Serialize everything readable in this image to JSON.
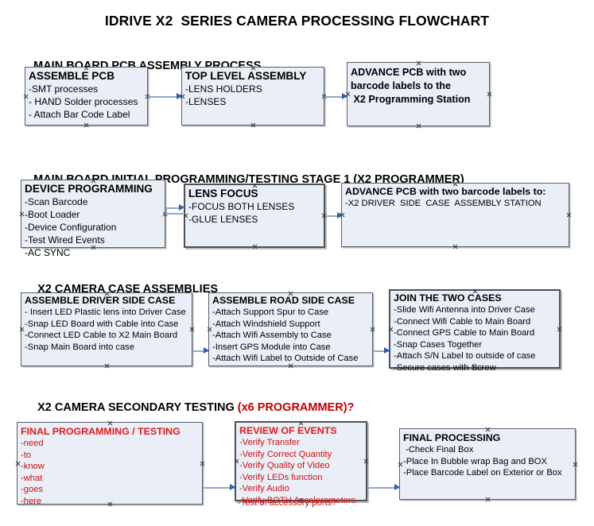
{
  "document": {
    "title": "IDRIVE X2  SERIES CAMERA PROCESSING FLOWCHART",
    "accent_color": "#c00000",
    "box_fill": "#e9eef7",
    "box_border": "#585f6b",
    "connector_color": "#8fa9c4",
    "arrow_color": "#2f5fae"
  },
  "sections": [
    {
      "header": "MAIN BOARD PCB ASSEMBLY PROCESS",
      "header_accent": "",
      "nodes": [
        {
          "title": "ASSEMBLE PCB",
          "lines": [
            "-SMT processes",
            "- HAND Solder processes",
            "- Attach Bar Code Label"
          ]
        },
        {
          "title": "TOP LEVEL ASSEMBLY",
          "lines": [
            "-LENS HOLDERS",
            "-LENSES"
          ]
        },
        {
          "paragraph": [
            "ADVANCE PCB with two",
            "barcode labels to the",
            " X2 Programming Station"
          ]
        }
      ]
    },
    {
      "header": "MAIN BOARD INITIAL PROGRAMMING/TESTING STAGE 1 (X2 PROGRAMMER)",
      "header_accent": "",
      "nodes": [
        {
          "title": "DEVICE PROGRAMMING",
          "lines": [
            "-Scan Barcode",
            "-Boot Loader",
            "-Device Configuration",
            "-Test Wired Events",
            "-AC SYNC"
          ]
        },
        {
          "title": "LENS FOCUS",
          "lines": [
            "-FOCUS BOTH LENSES",
            "-GLUE LENSES"
          ]
        },
        {
          "title": "ADVANCE PCB with two barcode labels to:",
          "lines": [
            "-X2 DRIVER  SIDE  CASE  ASSEMBLY STATION"
          ]
        }
      ]
    },
    {
      "header": "X2 CAMERA CASE ASSEMBLIES",
      "header_accent": "",
      "nodes": [
        {
          "title": "ASSEMBLE DRIVER SIDE CASE",
          "lines": [
            "- Insert LED Plastic lens into Driver Case",
            "-Snap LED Board with Cable into Case",
            "-Connect LED Cable to X2 Main Board",
            "-Snap Main Board into case"
          ]
        },
        {
          "title": "ASSEMBLE ROAD SIDE CASE",
          "lines": [
            "-Attach Support Spur to Case",
            "-Attach Windshield Support",
            "-Attach Wifi Assembly to Case",
            "-Insert GPS Module into Case",
            "-Attach Wifi Label to Outside of Case"
          ]
        },
        {
          "title": "JOIN THE TWO CASES",
          "lines": [
            "-Slide Wifi Antenna into Driver Case",
            "-Connect Wifi Cable to Main Board",
            "-Connect GPS Cable to Main Board",
            "-Snap Cases Together",
            "-Attach S/N Label to outside of case",
            "-Secure cases with Screw"
          ]
        }
      ]
    },
    {
      "header": "X2 CAMERA SECONDARY TESTING ",
      "header_accent": "(x6 PROGRAMMER)?",
      "nodes": [
        {
          "title": "FINAL PROGRAMMING / TESTING",
          "lines": [
            "-need",
            "-to",
            "-know",
            "-what",
            "-goes",
            "-here"
          ]
        },
        {
          "title": "REVIEW OF EVENTS",
          "lines": [
            "-Verify Transfer",
            "-Verify Correct Quantity",
            "-Verify Quality of Video",
            "-Verify LEDs function",
            "-Verify Audio",
            "-Verify BOTH Accelerometers"
          ],
          "overflow_line": "-Test of accessory ports?"
        },
        {
          "title": "FINAL PROCESSING",
          "lines": [
            " -Check Final Box",
            "-Place In Bubble wrap Bag and BOX",
            "-Place Barcode Label on Exterior or Box"
          ]
        }
      ]
    }
  ]
}
